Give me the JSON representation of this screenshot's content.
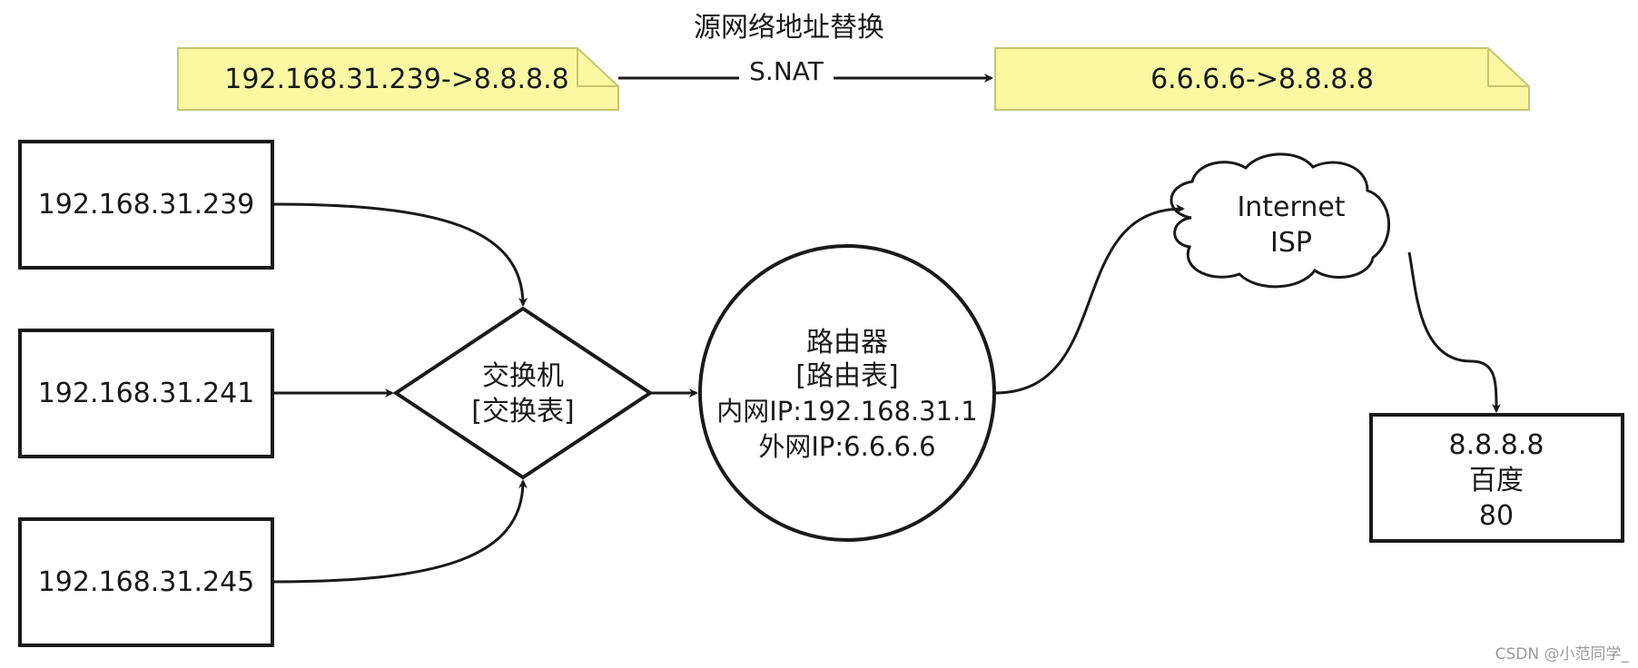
{
  "title": "源网络地址替换",
  "snat_label": "S.NAT",
  "notes": {
    "before": "192.168.31.239->8.8.8.8",
    "after": "6.6.6.6->8.8.8.8"
  },
  "hosts": [
    "192.168.31.239",
    "192.168.31.241",
    "192.168.31.245"
  ],
  "switch": {
    "line1": "交换机",
    "line2": "[交换表]"
  },
  "router": {
    "line1": "路由器",
    "line2": "[路由表]",
    "line3": "内网IP:192.168.31.1",
    "line4": "外网IP:6.6.6.6"
  },
  "cloud": {
    "line1": "Internet",
    "line2": "ISP"
  },
  "destination": {
    "line1": "8.8.8.8",
    "line2": "百度",
    "line3": "80"
  },
  "watermark": "CSDN @小范同学_",
  "colors": {
    "note_fill": "#fbf8a3",
    "note_stroke": "#c9c473",
    "stroke": "#1a1a1a",
    "background": "#ffffff"
  }
}
